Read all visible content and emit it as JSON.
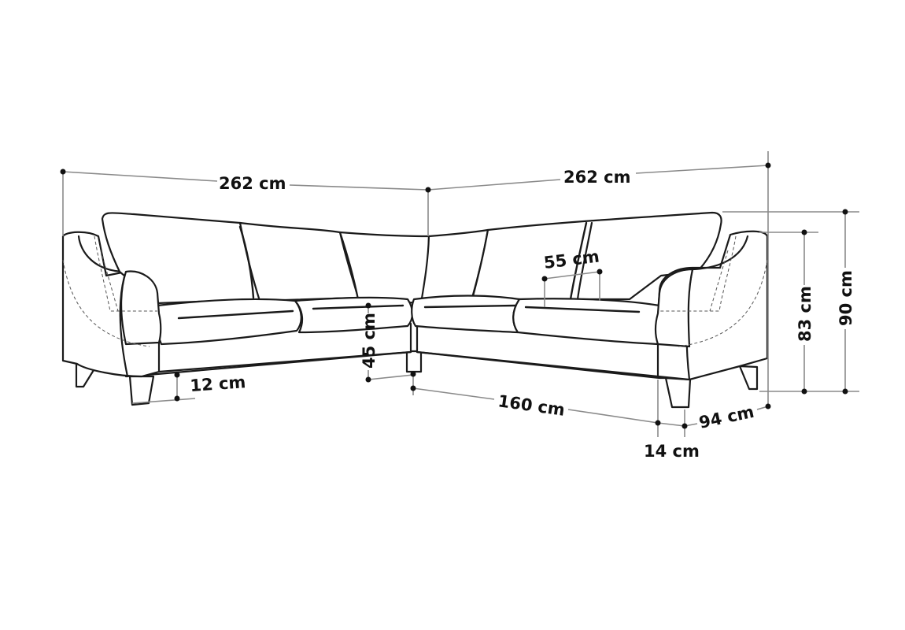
{
  "dimensions": {
    "left_width": "262 cm",
    "right_width": "262 cm",
    "cushion_depth": "55 cm",
    "seat_height": "45 cm",
    "leg_height_left": "12 cm",
    "seat_length": "160 cm",
    "leg_height_right": "14 cm",
    "depth": "94 cm",
    "back_height": "83 cm",
    "total_height": "90 cm"
  },
  "colors": {
    "outline": "#1a1a1a",
    "dimension_line": "#8a8a8a",
    "background": "#ffffff"
  }
}
